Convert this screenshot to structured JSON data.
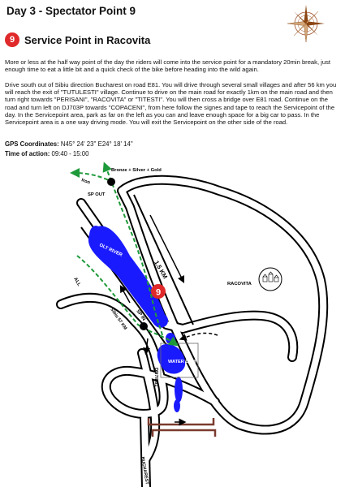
{
  "header": {
    "day_title": "Day 3 - Spectator Point 9",
    "sp_number": "9",
    "sp_title": "Service Point in Racovita"
  },
  "text": {
    "paragraph1": "More or less at the half way point of the day the riders will come into the service point for a mandatory 20min break, just enough time to eat a little bit and a quick check of the bike before heading into the wild again.",
    "paragraph2": "Drive south out of Sibiu direction Bucharest on road E81. You will drive through several small villages and after 56 km you will reach the exit of \"TUTULESTI\" village. Continue to drive on the main road for exactly 1km on the main road and then turn right towards \"PERISANI\", \"RACOVITA\" or \"TITESTI\". You will then cross a bridge over E81 road. Continue on the road and turn left on DJ703P towards \"COPACENI\", from here follow the signes and tape to reach the Servicepoint of the day. In the Servicepoint area, park as far on the left as you can and leave enough space for a big car to pass. In the Servicepoint area is a one way driving mode. You will exit the Servicepoint on the other side of the road."
  },
  "info": {
    "gps_label": "GPS Coordinates:",
    "gps_value": "N45° 24' 23'' E24° 18' 14''",
    "time_label": "Time of action:",
    "time_value": "09:40 - 15:00"
  },
  "map": {
    "labels": {
      "bronze_silver_gold": "Bronze + Silver + Gold",
      "iron": "Iron",
      "sp_out": "SP OUT",
      "olt_river": "OLT RIVER",
      "distance": "1.5 KM",
      "racovita": "RACOVITA",
      "all": "ALL",
      "sibiu": "Sibiu 57 KM",
      "sp_in": "SP IN",
      "marker_number": "9",
      "water_dam": "WATER DAM",
      "road": "DN7/E81",
      "bucharest": "BUCHAREST"
    }
  },
  "colors": {
    "badge_red": "#e0292a",
    "river_blue": "#1a1aff",
    "route_green": "#1f9a3a",
    "bridge_brown": "#7a3b2e"
  }
}
